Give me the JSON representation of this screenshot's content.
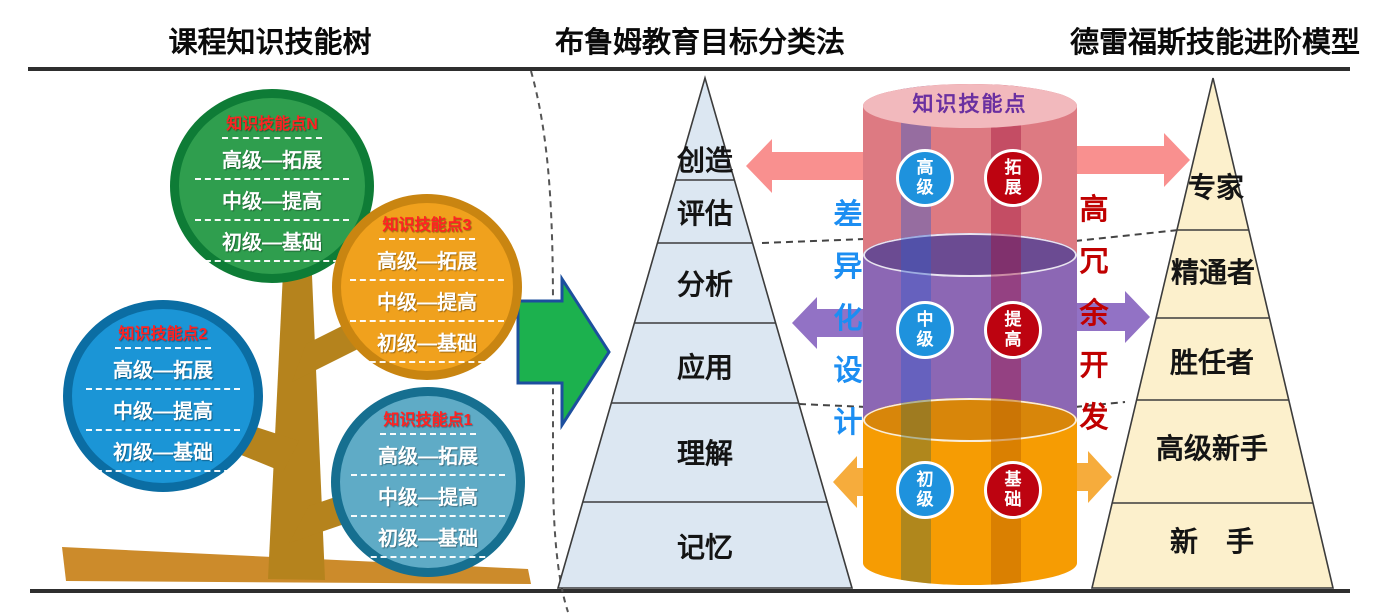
{
  "titles": {
    "tree": "课程知识技能树",
    "bloom": "布鲁姆教育目标分类法",
    "dreyfus": "德雷福斯技能进阶模型"
  },
  "tree": {
    "nodes": [
      {
        "title": "知识技能点N",
        "levels": [
          "高级—拓展",
          "中级—提高",
          "初级—基础"
        ]
      },
      {
        "title": "知识技能点3",
        "levels": [
          "高级—拓展",
          "中级—提高",
          "初级—基础"
        ]
      },
      {
        "title": "知识技能点2",
        "levels": [
          "高级—拓展",
          "中级—提高",
          "初级—基础"
        ]
      },
      {
        "title": "知识技能点1",
        "levels": [
          "高级—拓展",
          "中级—提高",
          "初级—基础"
        ]
      }
    ]
  },
  "bloom": {
    "levels": [
      "创造",
      "评估",
      "分析",
      "应用",
      "理解",
      "记忆"
    ]
  },
  "dreyfus": {
    "levels": [
      "专家",
      "精通者",
      "胜任者",
      "高级新手",
      "新　手"
    ]
  },
  "cylinder": {
    "title": "知识技能点",
    "stages": [
      {
        "left": "高\n级",
        "right": "拓\n展"
      },
      {
        "left": "中\n级",
        "right": "提\n高"
      },
      {
        "left": "初\n级",
        "right": "基\n础"
      }
    ]
  },
  "annotations": {
    "differentiation": "差\n异\n化\n设\n计",
    "redundancy": "高\n冗\n余\n开\n发"
  },
  "colors": {
    "node_green_fill": "#2f9e4e",
    "node_green_ring": "#0e7c36",
    "node_orange_fill": "#f0a11d",
    "node_orange_ring": "#c98511",
    "node_blue_fill": "#1b95d6",
    "node_blue_ring": "#0b6da3",
    "node_teal_fill": "#5fabc6",
    "node_teal_ring": "#166f90",
    "node_title_red": "#ff2222",
    "trunk_brown": "#b5831d",
    "ground_tan": "#cc8b2b",
    "bloom_pyramid_fill": "#dce7f2",
    "dreyfus_pyramid_fill": "#fcf0cc",
    "cyl_top_body": "#dd7a82",
    "cyl_top_lid": "#f2b9bd",
    "cyl_mid_body": "#8c67b4",
    "cyl_mid_lid": "#6b4b92",
    "cyl_bottom_body": "#f69c03",
    "cyl_bottom_lid": "#d8860a",
    "stage_blue": "#1e92dd",
    "stage_red": "#bd0310",
    "arrow_green": "#1cb14e",
    "arrow_green_border": "#1c4f9e",
    "arrow_pink": "#f9908f",
    "arrow_purple": "#9272c5",
    "arrow_orange": "#f6ac3c",
    "annotation_blue": "#1c8ef2",
    "annotation_red": "#c00000",
    "cylinder_title_purple": "#6a2fa0"
  }
}
